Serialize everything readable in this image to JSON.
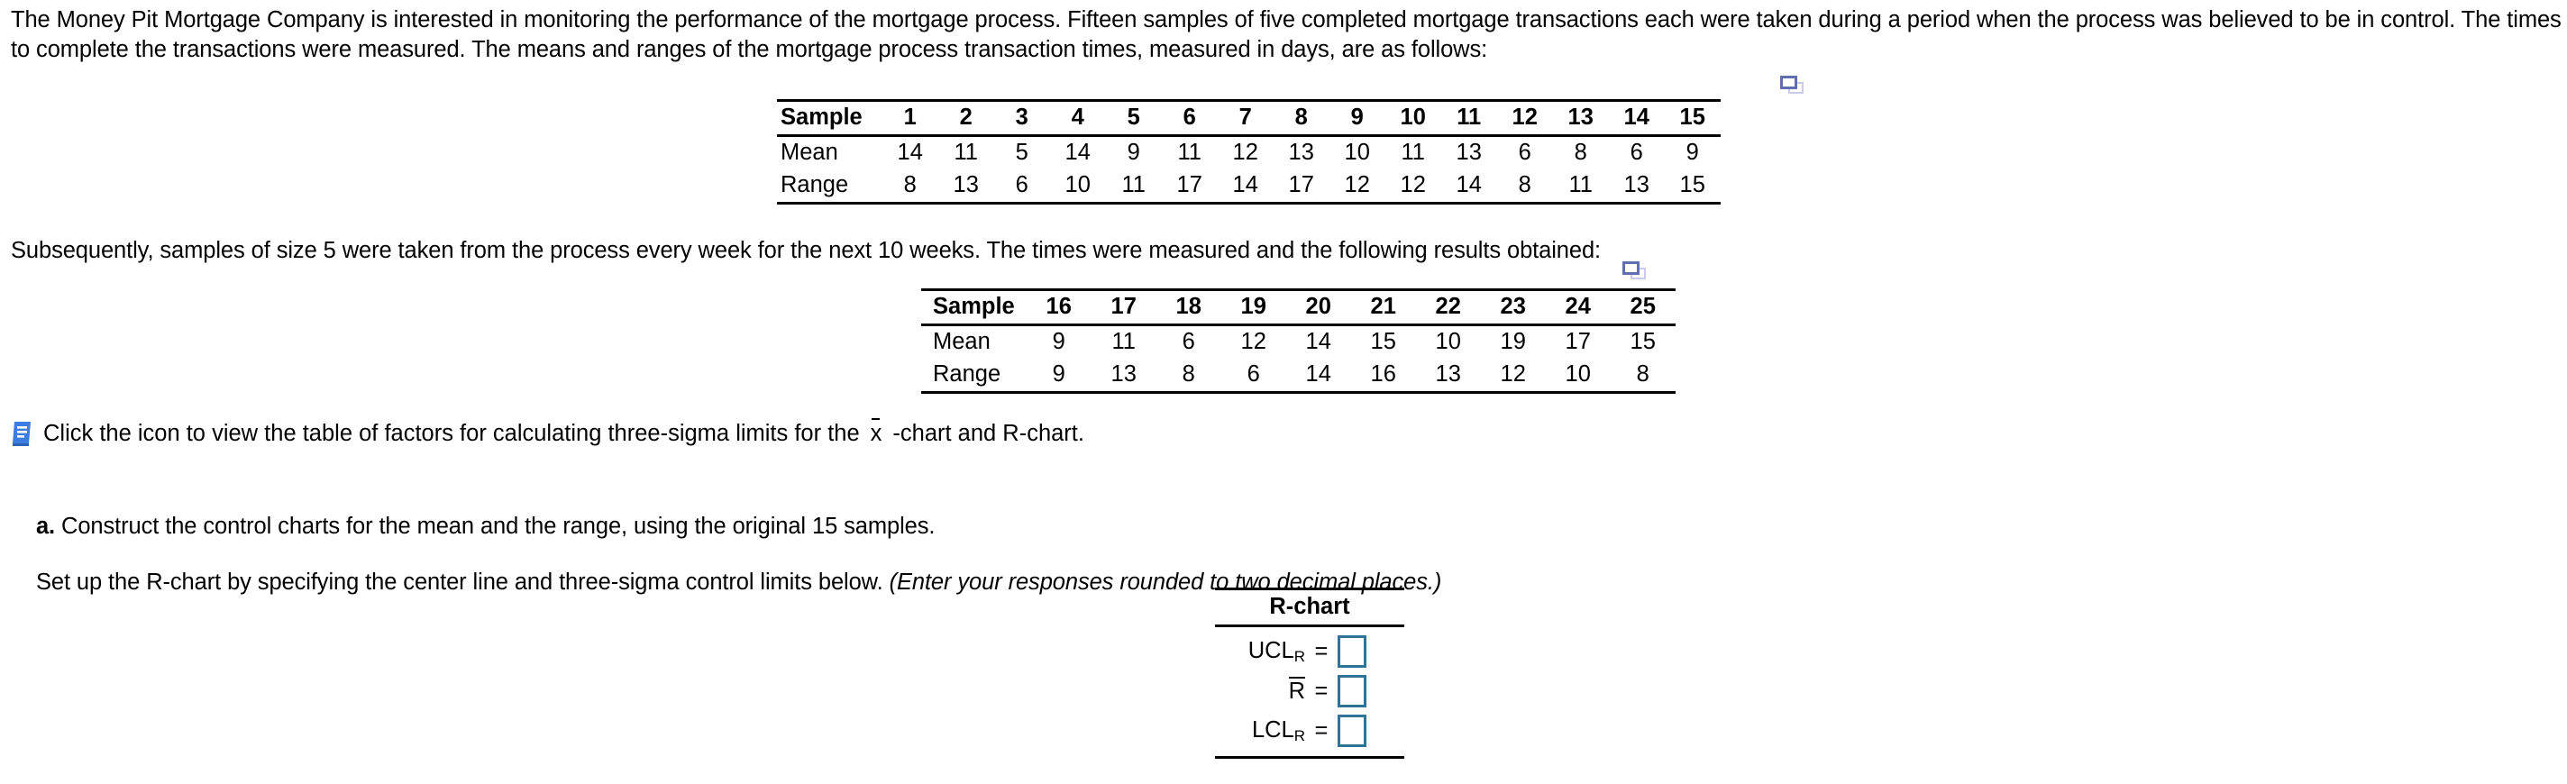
{
  "intro": {
    "paragraph": "The Money Pit Mortgage Company is interested in monitoring the performance of the mortgage process. Fifteen samples of five completed mortgage transactions each were taken during a period when the process was believed to be in control. The times to complete the transactions were measured. The means and ranges of the mortgage process transaction times, measured in days, are as follows:"
  },
  "second": {
    "paragraph": "Subsequently, samples of size 5 were taken from the process every week for the next 10 weeks. The times were measured and the following results obtained:"
  },
  "table1": {
    "header_label": "Sample",
    "samples": [
      "1",
      "2",
      "3",
      "4",
      "5",
      "6",
      "7",
      "8",
      "9",
      "10",
      "11",
      "12",
      "13",
      "14",
      "15"
    ],
    "rows": [
      {
        "label": "Mean",
        "values": [
          "14",
          "11",
          "5",
          "14",
          "9",
          "11",
          "12",
          "13",
          "10",
          "11",
          "13",
          "6",
          "8",
          "6",
          "9"
        ]
      },
      {
        "label": "Range",
        "values": [
          "8",
          "13",
          "6",
          "10",
          "11",
          "17",
          "14",
          "17",
          "12",
          "12",
          "14",
          "8",
          "11",
          "13",
          "15"
        ]
      }
    ]
  },
  "table2": {
    "header_label": "Sample",
    "samples": [
      "16",
      "17",
      "18",
      "19",
      "20",
      "21",
      "22",
      "23",
      "24",
      "25"
    ],
    "rows": [
      {
        "label": "Mean",
        "values": [
          "9",
          "11",
          "6",
          "12",
          "14",
          "15",
          "10",
          "19",
          "17",
          "15"
        ]
      },
      {
        "label": "Range",
        "values": [
          "9",
          "13",
          "8",
          "6",
          "14",
          "16",
          "13",
          "12",
          "10",
          "8"
        ]
      }
    ]
  },
  "icon_line": {
    "text_before": "Click the icon to view the table of factors for calculating three-sigma limits for the ",
    "xbar": "x",
    "text_after": "-chart and R-chart."
  },
  "part_a": {
    "letter": "a.",
    "text": " Construct the control charts for the mean and the range, using the original 15 samples."
  },
  "setup_line": {
    "text": "Set up the R-chart by specifying the center line and three-sigma control limits below. ",
    "italic_note": "(Enter your responses rounded to two decimal places.)"
  },
  "rchart": {
    "title": "R-chart",
    "rows": [
      {
        "label_main": "UCL",
        "label_sub": "R",
        "overbar": false,
        "equals": "=",
        "value": ""
      },
      {
        "label_main": "R",
        "label_sub": "",
        "overbar": true,
        "equals": "=",
        "value": ""
      },
      {
        "label_main": "LCL",
        "label_sub": "R",
        "overbar": false,
        "equals": "=",
        "value": ""
      }
    ]
  },
  "colors": {
    "answer_box_border": "#2f7296",
    "book_icon": "#3b7de0",
    "popout_icon": "#5f6fb0",
    "text": "#000000",
    "background": "#ffffff"
  }
}
